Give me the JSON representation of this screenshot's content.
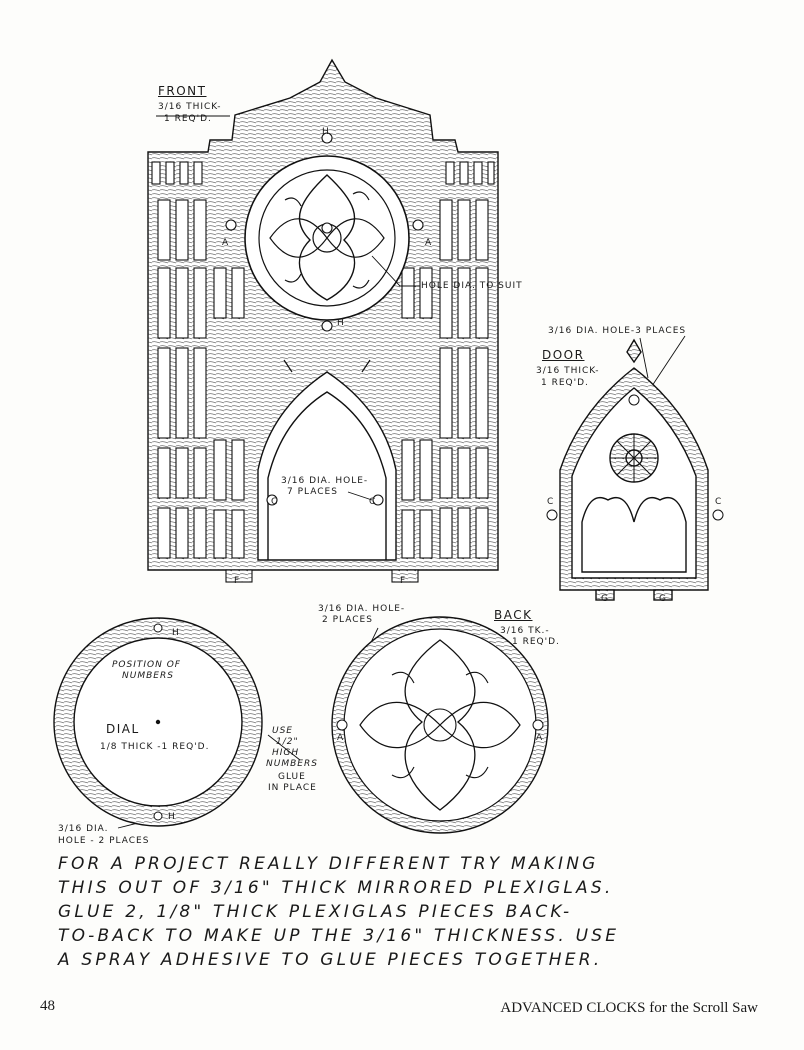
{
  "front": {
    "title": "FRONT",
    "spec_line1": "3/16 THICK-",
    "spec_line2": "1 REQ'D.",
    "hole_note": "HOLE DIA. TO SUIT",
    "hole_note2_line1": "3/16 DIA. HOLE-",
    "hole_note2_line2": "7 PLACES"
  },
  "door": {
    "title": "DOOR",
    "spec_line1": "3/16 THICK-",
    "spec_line2": "1 REQ'D.",
    "hole_note": "3/16 DIA. HOLE-3 PLACES"
  },
  "back": {
    "title": "BACK",
    "spec_line1": "3/16 TK.-",
    "spec_line2": "1 REQ'D.",
    "hole_note_line1": "3/16 DIA. HOLE-",
    "hole_note_line2": "2 PLACES"
  },
  "dial": {
    "title": "DIAL",
    "spec": "1/8 THICK -1 REQ'D.",
    "numbers_line1": "POSITION OF",
    "numbers_line2": "NUMBERS",
    "use_line1": "USE",
    "use_line2": "1/2\"",
    "use_line3": "HIGH",
    "use_line4": "NUMBERS",
    "glue_line1": "GLUE",
    "glue_line2": "IN PLACE",
    "hole_line1": "3/16 DIA.",
    "hole_line2": "HOLE - 2 PLACES"
  },
  "markers": {
    "A": "A",
    "C": "C",
    "F": "F",
    "G": "G",
    "H": "H"
  },
  "note": {
    "line1": "FOR A PROJECT REALLY DIFFERENT TRY MAKING",
    "line2": "THIS OUT OF 3/16\" THICK MIRRORED PLEXIGLAS.",
    "line3": "GLUE 2, 1/8\" THICK PLEXIGLAS PIECES BACK-",
    "line4": "TO-BACK TO MAKE UP THE 3/16\" THICKNESS. USE",
    "line5": "A SPRAY ADHESIVE TO GLUE PIECES TOGETHER."
  },
  "footer": {
    "page_number": "48",
    "book_title": "ADVANCED CLOCKS for the Scroll Saw"
  }
}
